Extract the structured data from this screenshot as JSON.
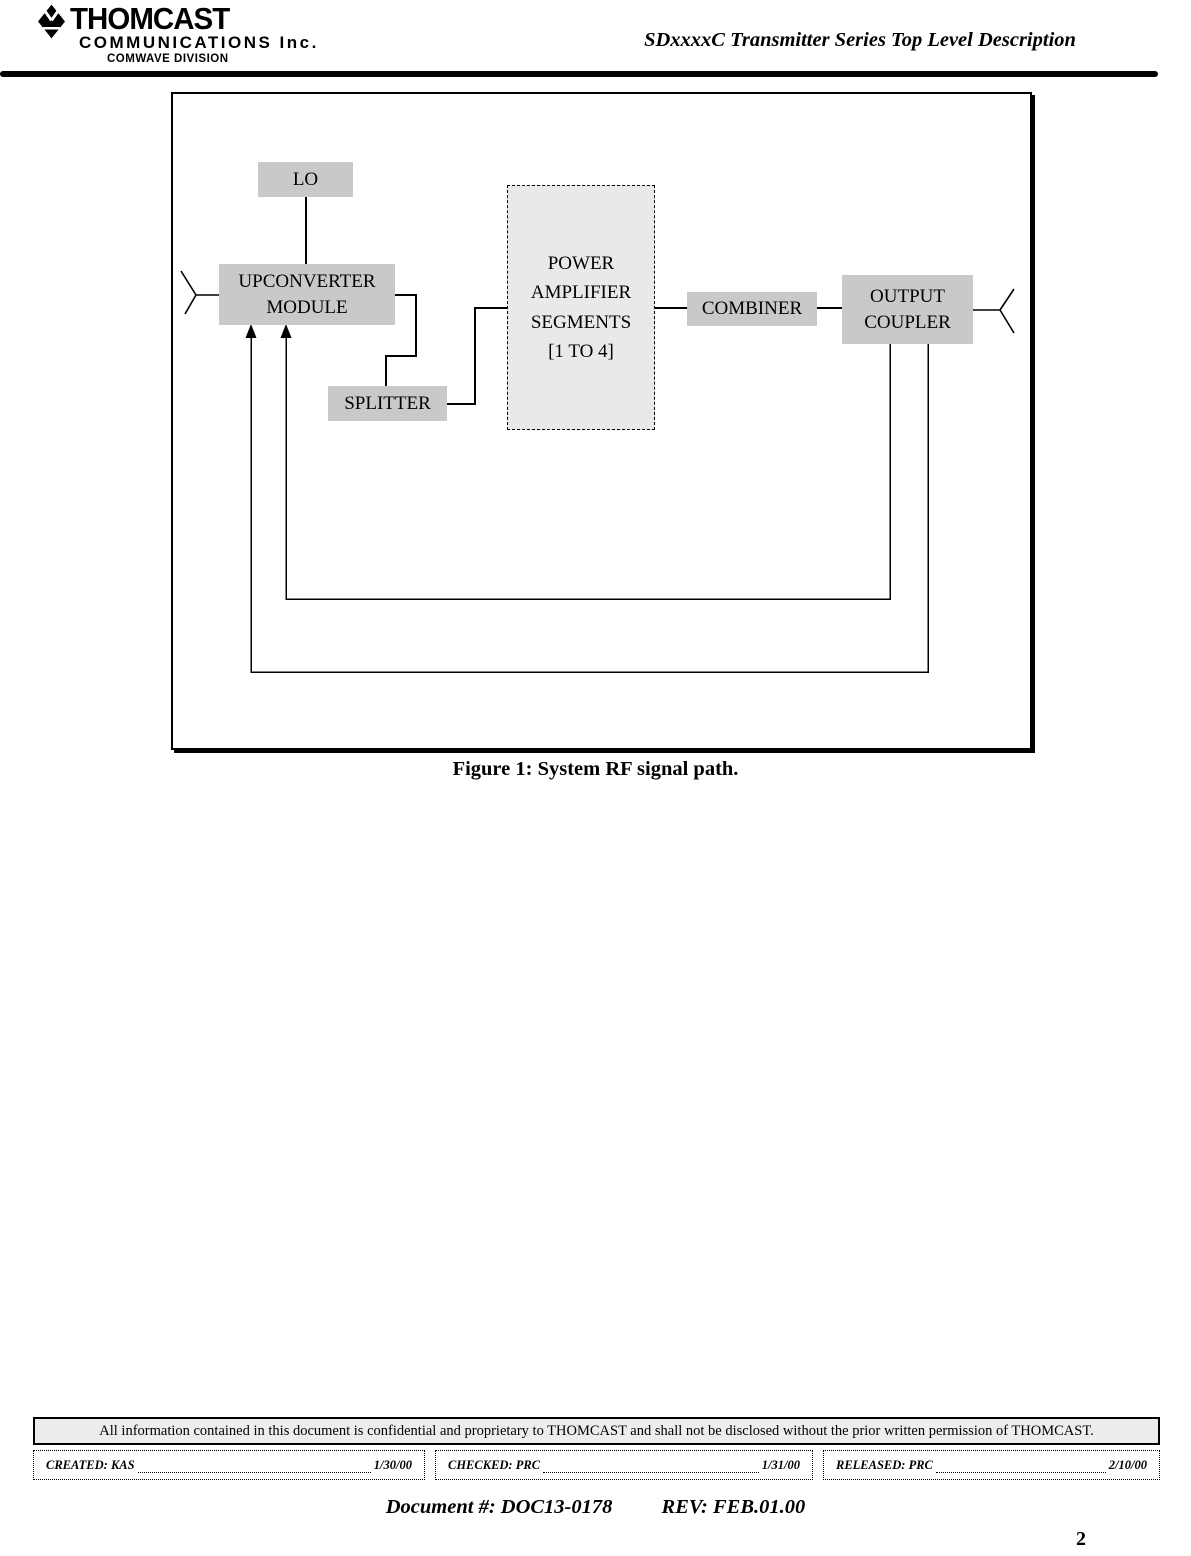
{
  "header": {
    "company": "THOMCAST",
    "company_line2": "COMMUNICATIONS Inc.",
    "division": "COMWAVE DIVISION",
    "doc_title": "SDxxxxC Transmitter Series Top Level Description"
  },
  "figure": {
    "caption": "Figure 1: System RF signal path.",
    "blocks": {
      "lo": "LO",
      "upconverter": "UPCONVERTER\nMODULE",
      "splitter": "SPLITTER",
      "power_amplifier": "POWER\nAMPLIFIER\nSEGMENTS\n[1 TO 4]",
      "combiner": "COMBINER",
      "output_coupler": "OUTPUT\nCOUPLER"
    }
  },
  "footer": {
    "confidentiality": "All information contained in this document is confidential and proprietary to THOMCAST and shall not be disclosed without the prior written permission of THOMCAST.",
    "approvals": [
      {
        "label": "CREATED: KAS",
        "date": "1/30/00"
      },
      {
        "label": "CHECKED: PRC",
        "date": "1/31/00"
      },
      {
        "label": "RELEASED: PRC",
        "date": "2/10/00"
      }
    ],
    "document_number_label": "Document #: DOC13-0178",
    "revision_label": "REV: FEB.01.00",
    "page_number": "2"
  },
  "colors": {
    "block_fill": "#c9c9c9",
    "amplifier_fill": "#e9e9e9",
    "confidential_fill": "#ededed",
    "line": "#000000"
  }
}
